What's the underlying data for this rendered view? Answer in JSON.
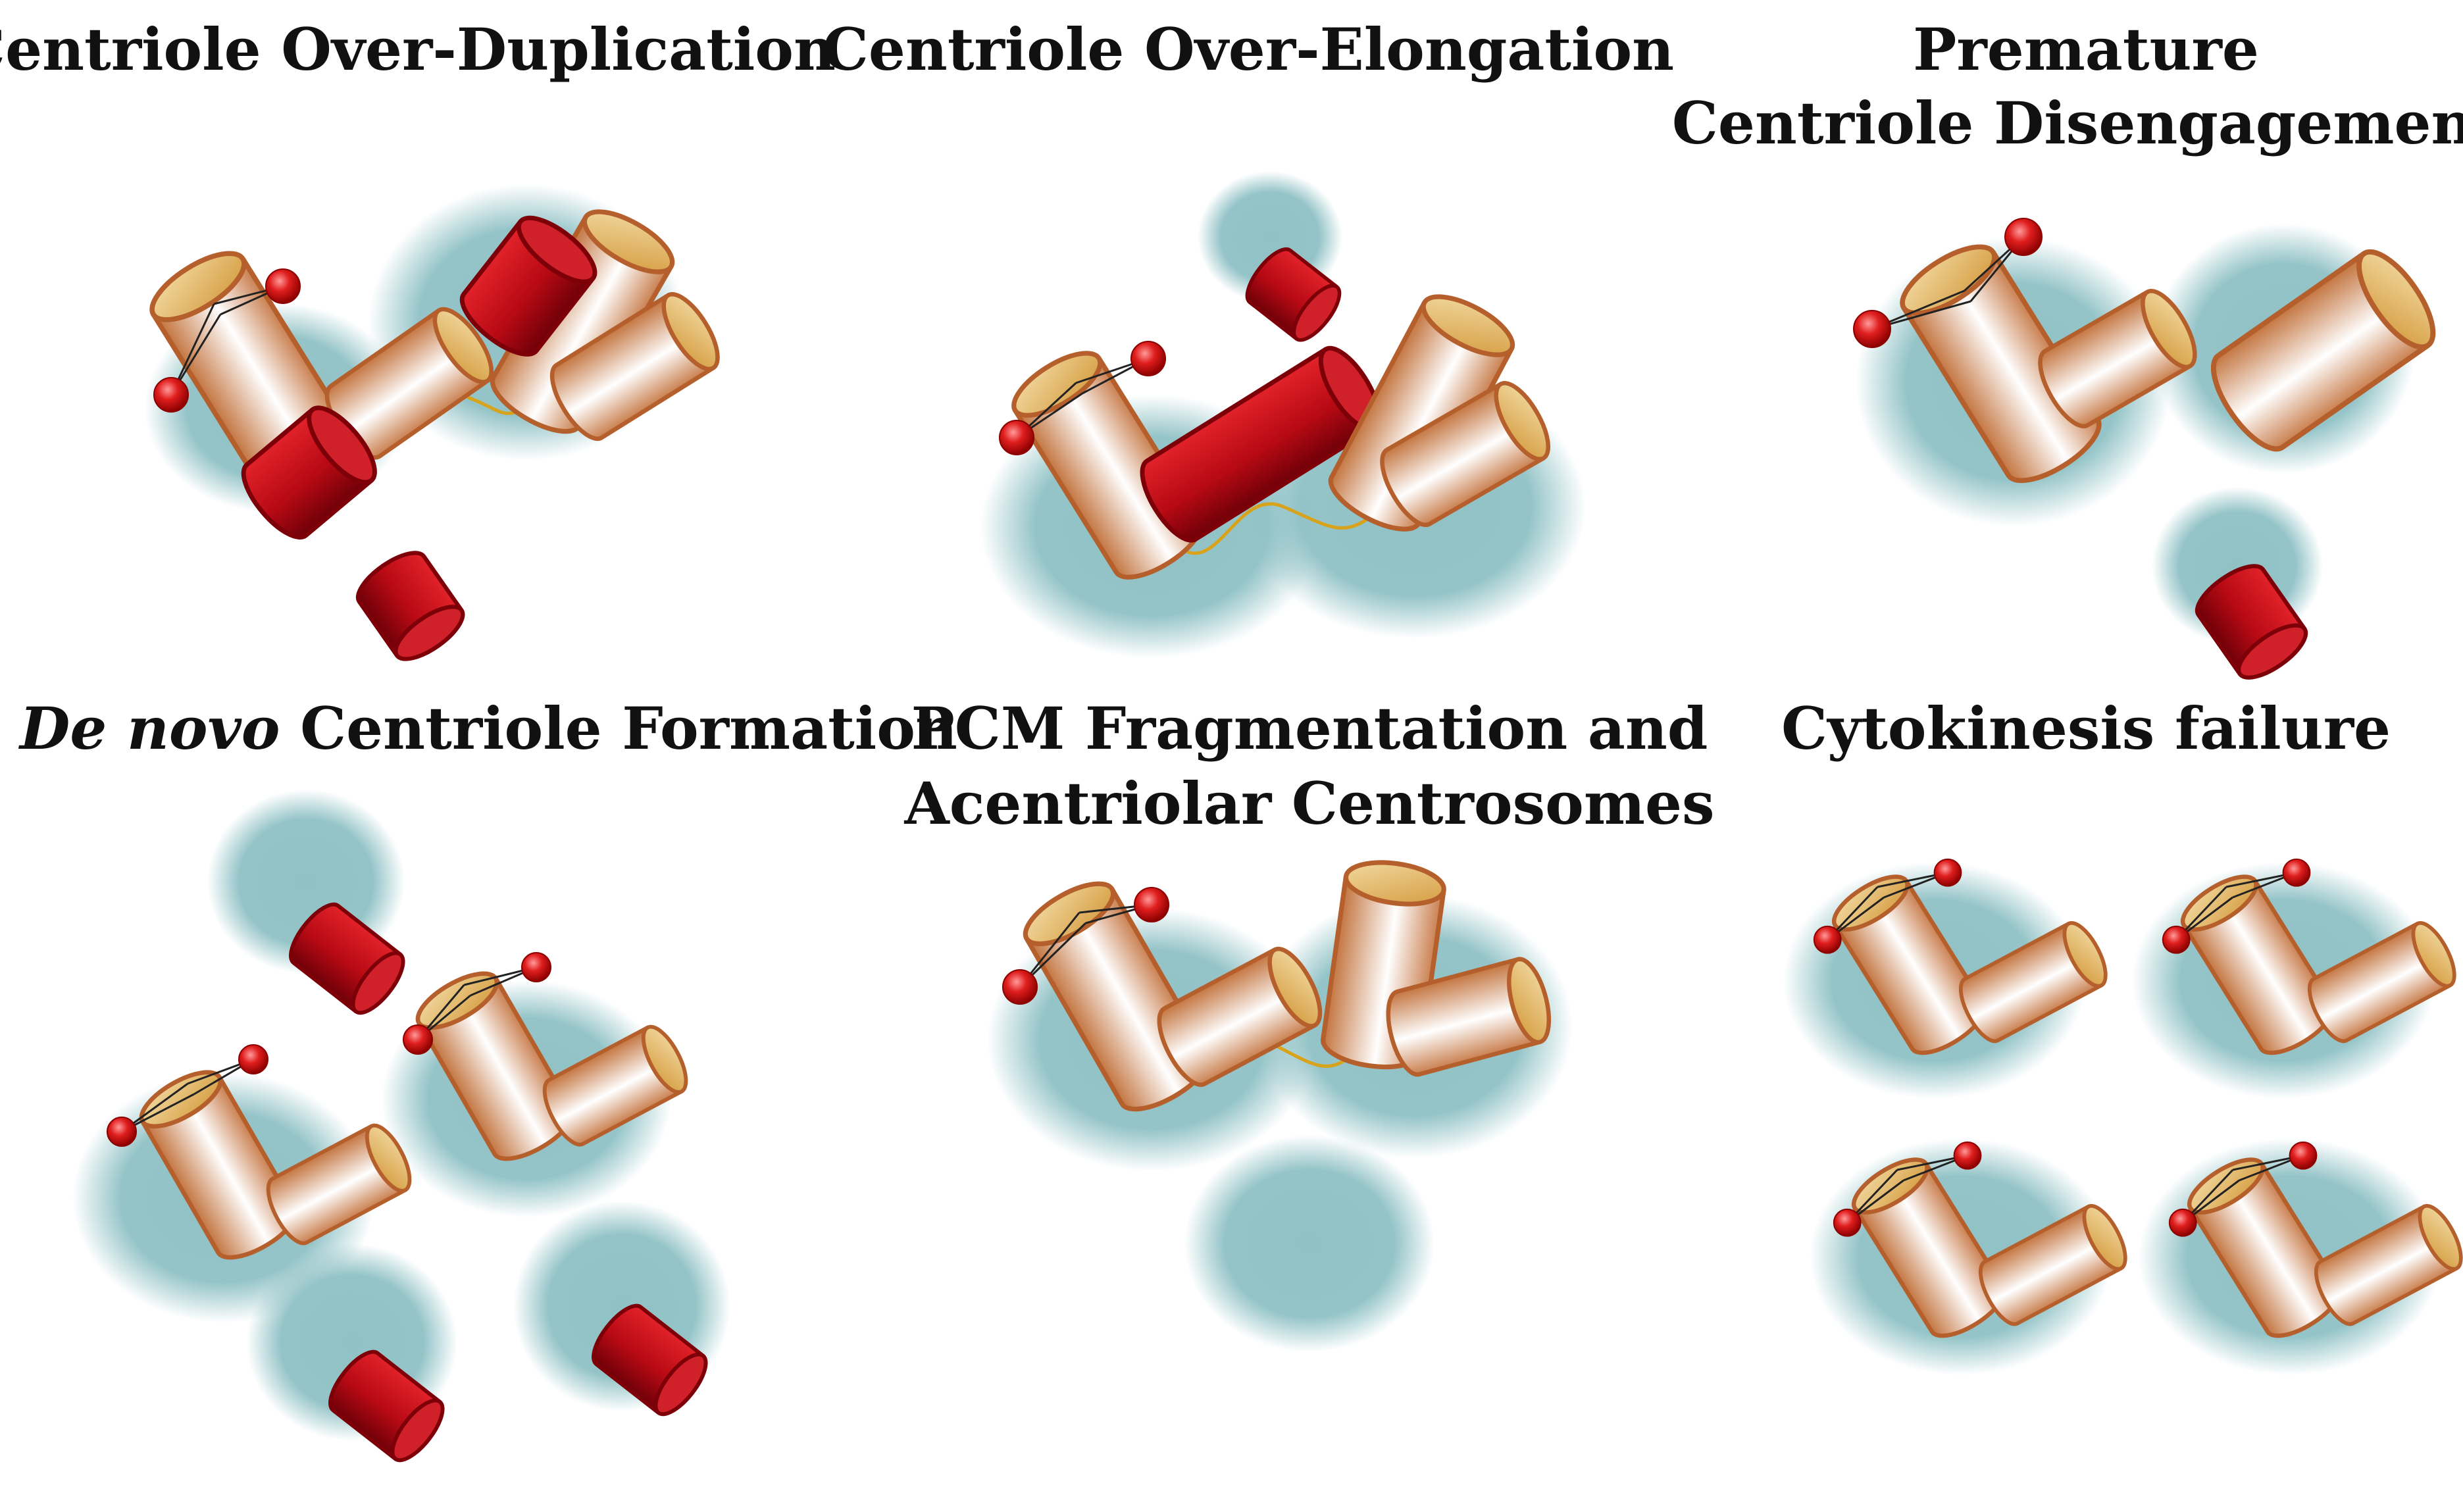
{
  "figure": {
    "background": "#ffffff",
    "colors": {
      "pcm_halo": "#8fc1c5",
      "centriole_edge": "#b5602c",
      "centriole_body_light": "#ffffff",
      "centriole_body_dark": "#c0703f",
      "centriole_cap": "#e8c07a",
      "procentriole": "#c8101a",
      "procentriole_dark": "#7d0008",
      "appendage_ball": "#e01e1e",
      "linker": "#d9a21b"
    },
    "panels": [
      {
        "id": "over-duplication",
        "title_lines": [
          "Centriole Over-Duplication"
        ]
      },
      {
        "id": "over-elongation",
        "title_lines": [
          "Centriole Over-Elongation"
        ]
      },
      {
        "id": "premature-disengagement",
        "title_lines": [
          "Premature",
          "Centriole Disengagement"
        ]
      },
      {
        "id": "de-novo",
        "title_italic": "De novo",
        "title_rest": " Centriole Formation"
      },
      {
        "id": "pcm-fragmentation",
        "title_lines": [
          "PCM Fragmentation and",
          "Acentriolar Centrosomes"
        ]
      },
      {
        "id": "cytokinesis-failure",
        "title_lines": [
          "Cytokinesis failure"
        ]
      }
    ]
  }
}
